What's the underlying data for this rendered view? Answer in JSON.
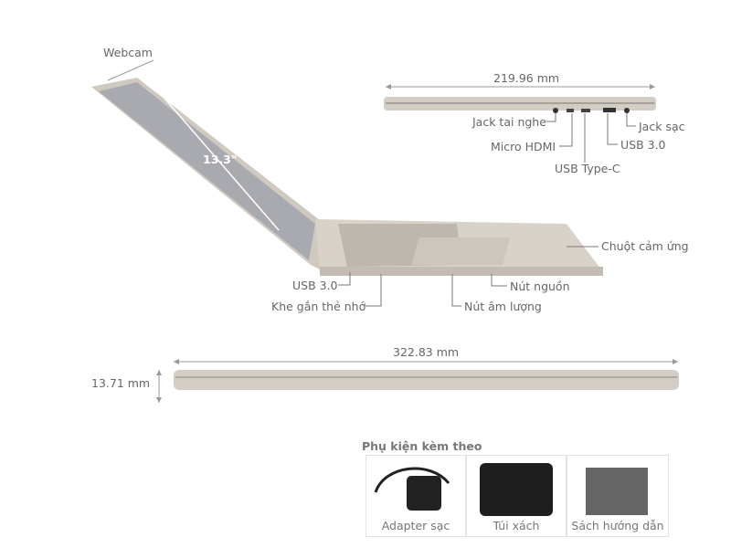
{
  "labels": {
    "webcam": "Webcam",
    "screen_size": "13.3\"",
    "depth": "219.96 mm",
    "headphone_jack": "Jack tai nghe",
    "micro_hdmi": "Micro HDMI",
    "usb_type_c": "USB Type-C",
    "usb30_right": "USB 3.0",
    "charging_jack": "Jack sạc",
    "touchpad": "Chuột cảm ứng",
    "usb30_left": "USB 3.0",
    "card_slot": "Khe gắn thẻ nhớ",
    "power_button": "Nút nguồn",
    "volume_button": "Nút âm lượng",
    "width": "322.83 mm",
    "thickness": "13.71 mm"
  },
  "accessories": {
    "title": "Phụ kiện kèm theo",
    "items": [
      {
        "label": "Adapter sạc"
      },
      {
        "label": "Túi xách"
      },
      {
        "label": "Sách hướng dẫn"
      }
    ]
  },
  "colors": {
    "body": "#c9c2b8",
    "screen": "#a9aab0",
    "accessory": "#222222"
  }
}
